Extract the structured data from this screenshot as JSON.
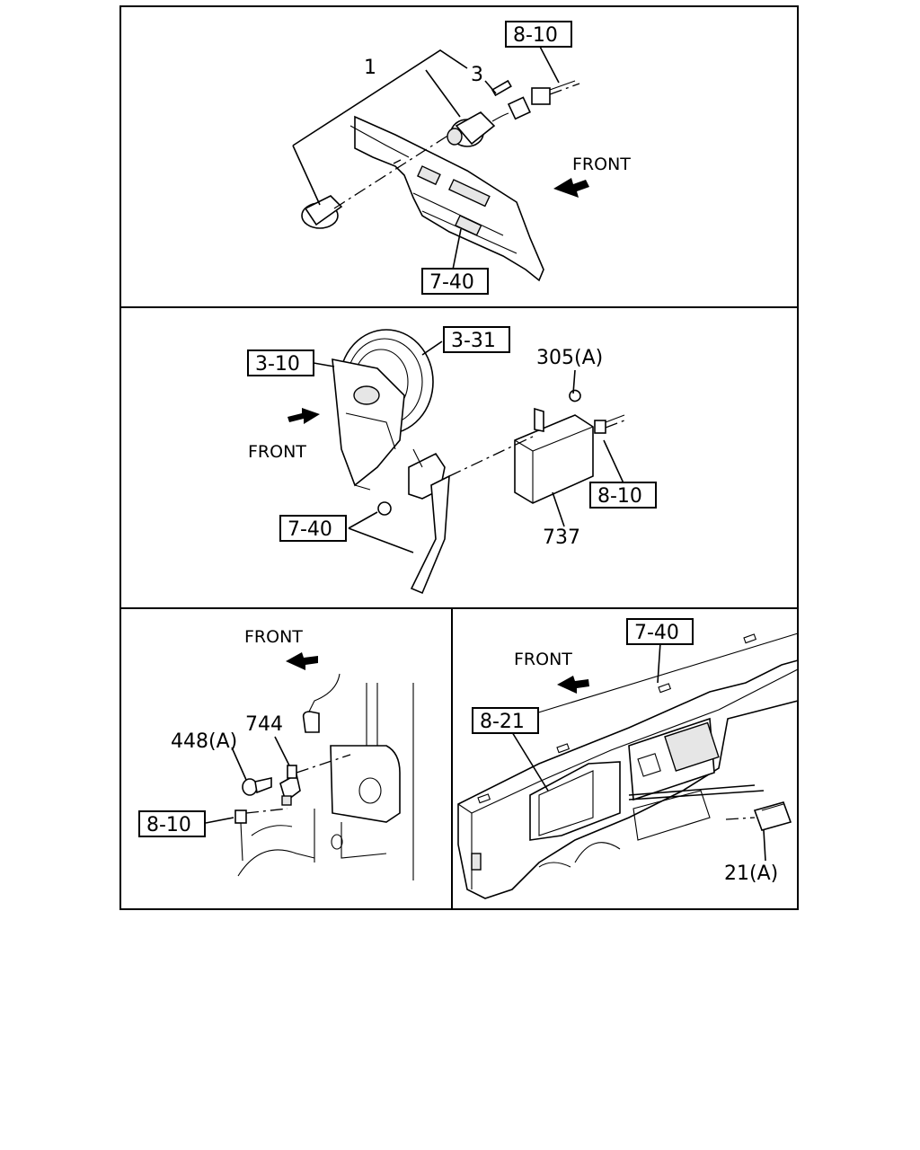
{
  "panels": {
    "top": {
      "front": "FRONT",
      "part_1": "1",
      "part_3": "3",
      "ref_8_10": "8-10",
      "ref_7_40": "7-40"
    },
    "middle": {
      "front": "FRONT",
      "ref_3_31": "3-31",
      "ref_3_10": "3-10",
      "part_305a": "305(A)",
      "ref_8_10": "8-10",
      "part_737": "737",
      "ref_7_40": "7-40"
    },
    "bottom_left": {
      "front": "FRONT",
      "part_744": "744",
      "part_448a": "448(A)",
      "ref_8_10": "8-10"
    },
    "bottom_right": {
      "front": "FRONT",
      "ref_7_40": "7-40",
      "ref_8_21": "8-21",
      "part_21a": "21(A)"
    }
  }
}
